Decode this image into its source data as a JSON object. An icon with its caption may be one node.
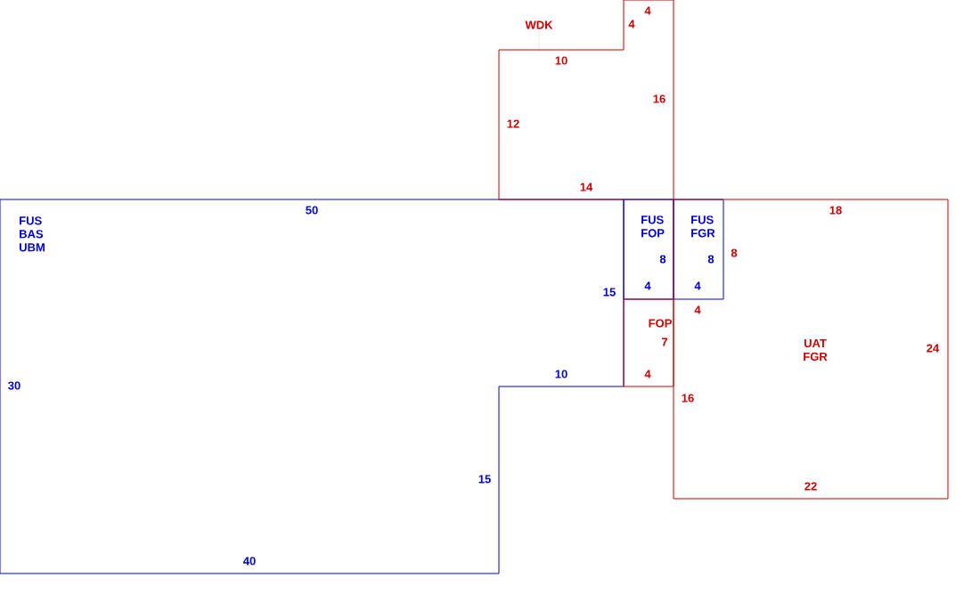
{
  "diagram": {
    "nodes": [
      {
        "text": [
          "FUS BAS UBM"
        ]
      },
      {
        "text": [
          "WDK"
        ]
      },
      {
        "text": [],
        "shape": "box"
      },
      {
        "text": [
          "FUS FOP"
        ]
      },
      {
        "text": [
          "FUS FGR"
        ]
      },
      {
        "text": [
          "FOP"
        ]
      },
      {
        "text": [
          "UAT FGR"
        ]
      }
    ],
    "edges": [
      {
        "from": 1,
        "to": 2,
        "arrow": "none",
        "style": "dashed"
      }
    ],
    "labels": [
      "4",
      "4",
      "10",
      "16",
      "12",
      "14",
      "50",
      "18",
      "8",
      "8",
      "8",
      "15",
      "4",
      "4",
      "4",
      "7",
      "24",
      "10",
      "4",
      "30",
      "16",
      "15",
      "22",
      "40"
    ]
  }
}
